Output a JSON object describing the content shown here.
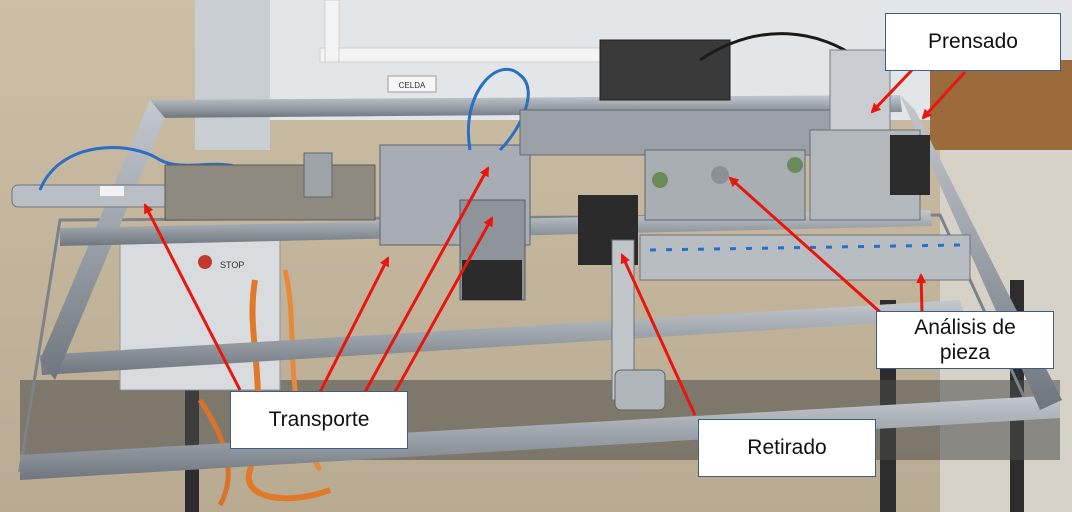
{
  "photo": {
    "subject": "machine-on-table",
    "colors": {
      "arrow": "#e8160e",
      "callout_border": "#3b5f86",
      "frame": "#8a9099",
      "floor": "#c9bfa8",
      "wall": "#dfe4e6"
    }
  },
  "labels": {
    "prensado": "Prensado",
    "analisis_line1": "Análisis de",
    "analisis_line2": "pieza",
    "transporte": "Transporte",
    "retirado": "Retirado",
    "stop_marker": "STOP",
    "celda_sign": "CELDA"
  }
}
